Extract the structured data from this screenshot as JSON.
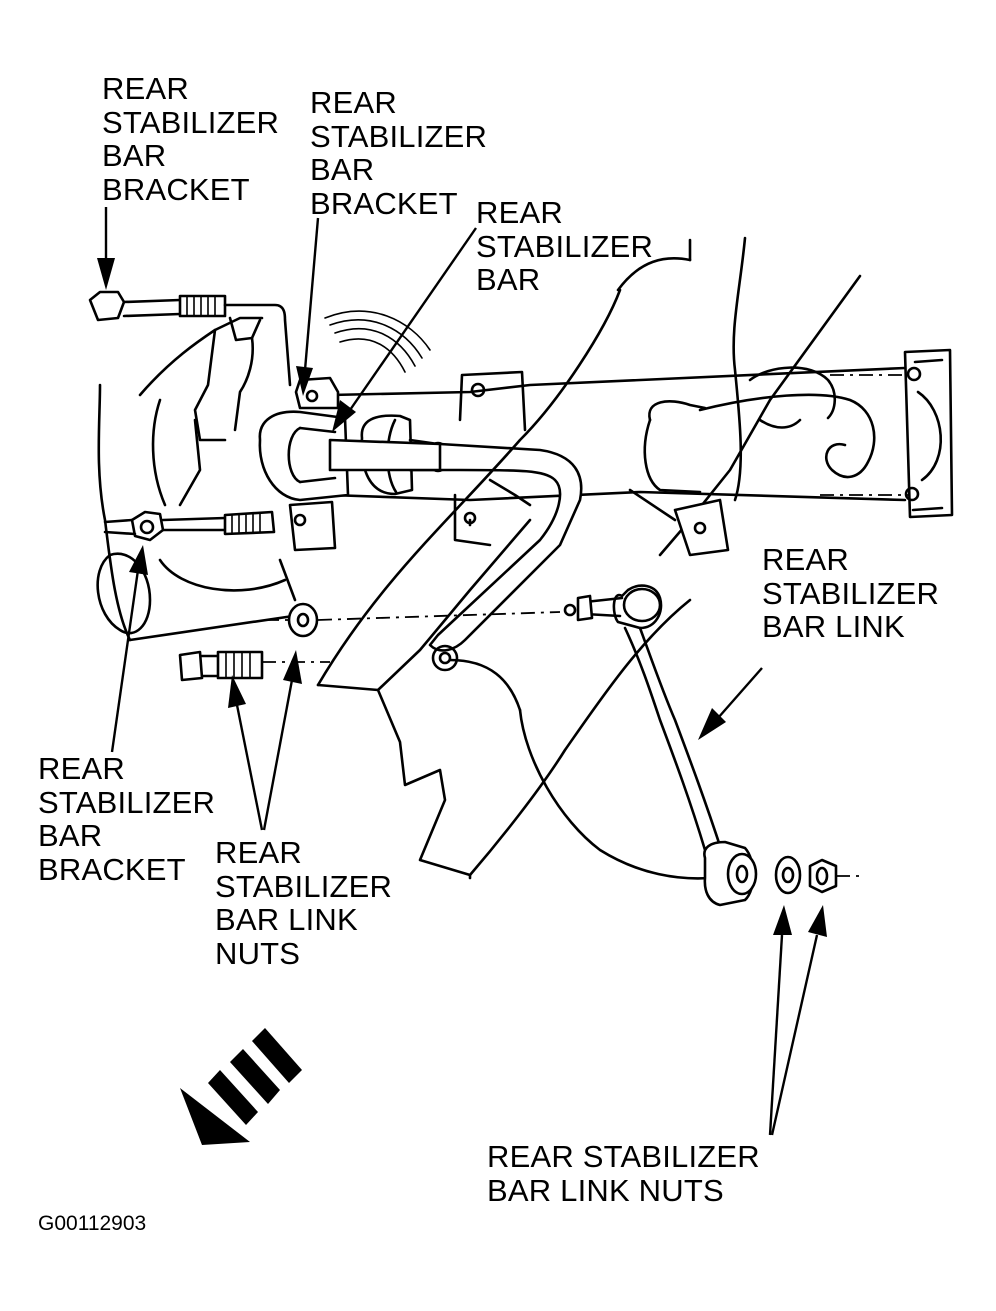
{
  "labels": {
    "bracket_top_left": [
      "REAR",
      "STABILIZER",
      "BAR",
      "BRACKET"
    ],
    "bracket_top_right": [
      "REAR",
      "STABILIZER",
      "BAR",
      "BRACKET"
    ],
    "stabilizer_bar": [
      "REAR",
      "STABILIZER",
      "BAR"
    ],
    "bar_link": [
      "REAR",
      "STABILIZER",
      "BAR LINK"
    ],
    "bracket_bottom_left": [
      "REAR",
      "STABILIZER",
      "BAR",
      "BRACKET"
    ],
    "link_nuts_left": [
      "REAR",
      "STABILIZER",
      "BAR LINK",
      "NUTS"
    ],
    "link_nuts_bottom": [
      "REAR STABILIZER",
      "BAR LINK NUTS"
    ]
  },
  "figure_id": "G00112903"
}
